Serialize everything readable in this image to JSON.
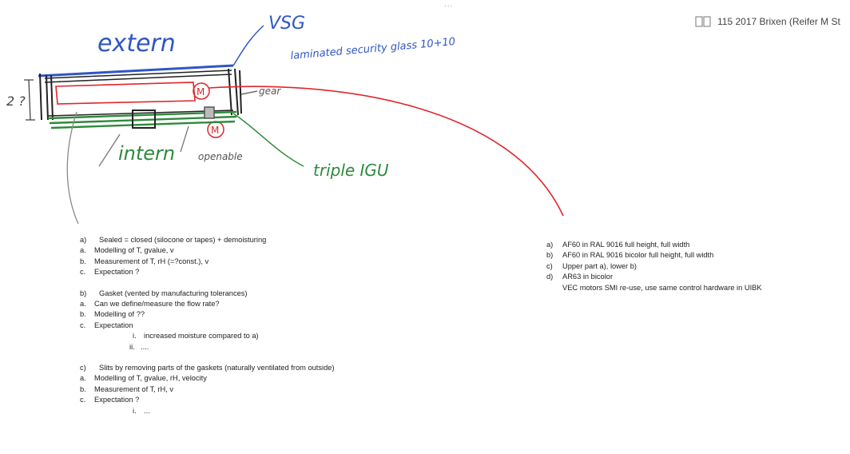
{
  "window": {
    "overflow_dots": "...",
    "doc_tab": {
      "icon": "book-icon",
      "title": "115 2017 Brixen (Reifer M St"
    }
  },
  "sketch": {
    "labels": {
      "extern": "extern",
      "vsg": "VSG",
      "vsg_desc": "laminated security glass 10+10",
      "gear": "gear",
      "intern": "intern",
      "openable": "openable",
      "triple": "triple IGU",
      "motor_top": "M",
      "motor_bottom": "M",
      "height_mark": "2 ?"
    },
    "colors": {
      "blue": "#2f56c4",
      "red": "#e0262a",
      "green": "#2e8a3b",
      "black": "#222222",
      "gray": "#8a8a8a"
    }
  },
  "left_notes": {
    "a": {
      "marker": "a)",
      "text": "Sealed = closed (silocone or tapes) + demoisturing",
      "items": [
        {
          "marker": "a.",
          "text": "Modelling of T, gvalue, v"
        },
        {
          "marker": "b.",
          "text": "Measurement of T, rH (=?const.), v"
        },
        {
          "marker": "c.",
          "text": "Expectation ?"
        }
      ]
    },
    "b": {
      "marker": "b)",
      "text": "Gasket (vented by manufacturing tolerances)",
      "items": [
        {
          "marker": "a.",
          "text": "Can we define/measure the flow rate?"
        },
        {
          "marker": "b.",
          "text": "Modelling of ??"
        },
        {
          "marker": "c.",
          "text": "Expectation"
        }
      ],
      "subitems": [
        {
          "marker": "i.",
          "text": "increased moisture compared to a)"
        },
        {
          "marker": "ii.",
          "text": "...."
        }
      ]
    },
    "c": {
      "marker": "c)",
      "text": "Slits by removing parts of the gaskets (naturally ventilated from outside)",
      "items": [
        {
          "marker": "a.",
          "text": "Modelling of T, gvalue, rH, velocity"
        },
        {
          "marker": "b.",
          "text": "Measurement of T, rH, v"
        },
        {
          "marker": "c.",
          "text": "Expectation ?"
        }
      ],
      "subitems": [
        {
          "marker": "i.",
          "text": "..."
        }
      ]
    }
  },
  "right_notes": {
    "items": [
      {
        "marker": "a)",
        "text": "AF60 in RAL 9016 full height, full width"
      },
      {
        "marker": "b)",
        "text": "AF60 in RAL 9016 bicolor full height, full width"
      },
      {
        "marker": "c)",
        "text": "Upper part a), lower b)"
      },
      {
        "marker": "d)",
        "text": "AR63 in bicolor"
      }
    ],
    "continuation": "VEC motors SMI re-use, use same control hardware in UIBK"
  }
}
